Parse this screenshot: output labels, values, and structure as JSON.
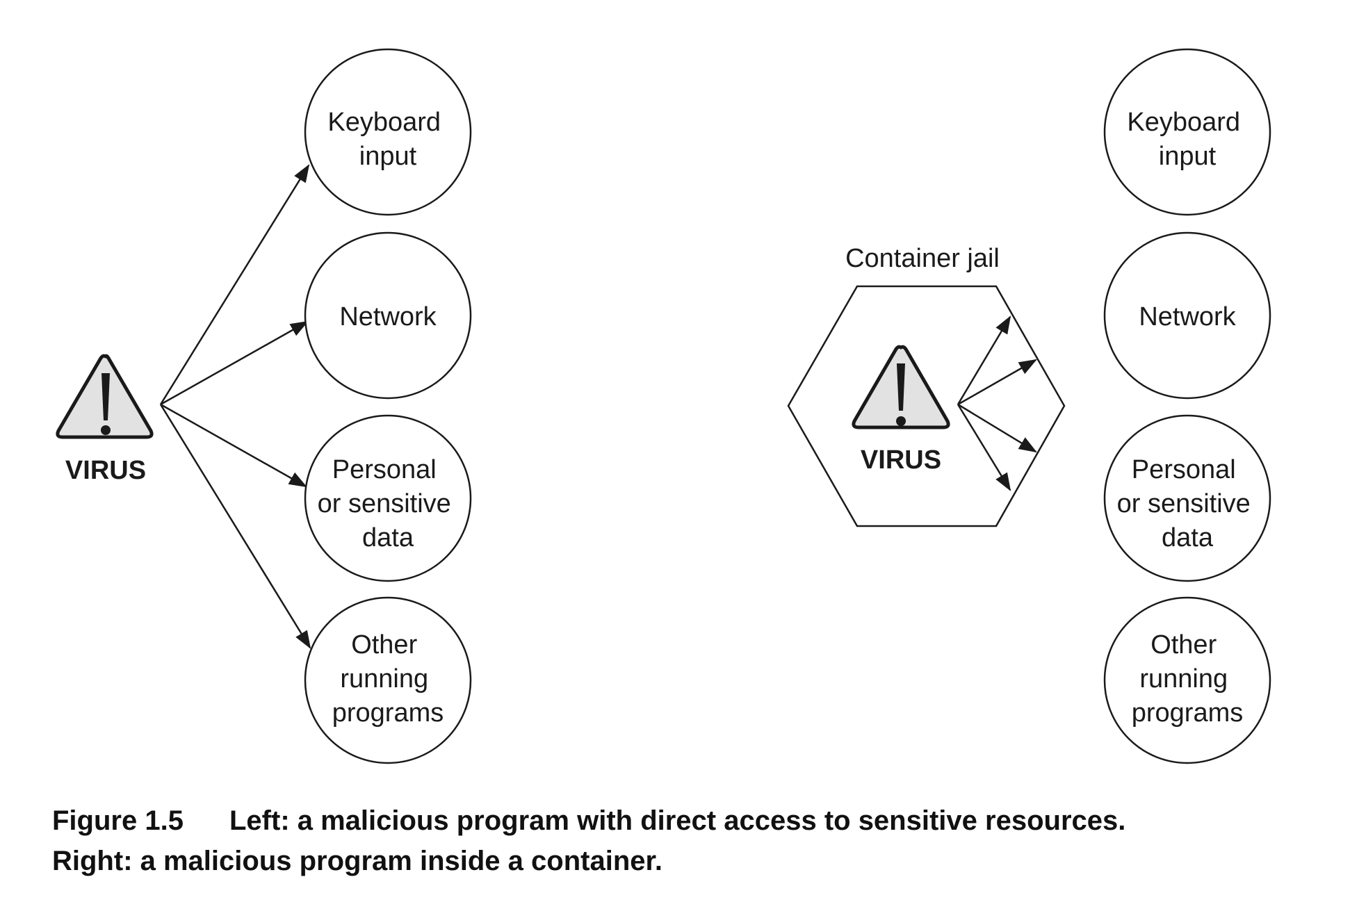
{
  "left_panel": {
    "virus_label": "VIRUS",
    "resources": [
      {
        "lines": [
          "Keyboard",
          "input"
        ]
      },
      {
        "lines": [
          "Network"
        ]
      },
      {
        "lines": [
          "Personal",
          "or sensitive",
          "data"
        ]
      },
      {
        "lines": [
          "Other",
          "running",
          "programs"
        ]
      }
    ]
  },
  "right_panel": {
    "container_label": "Container jail",
    "virus_label": "VIRUS",
    "resources": [
      {
        "lines": [
          "Keyboard",
          "input"
        ]
      },
      {
        "lines": [
          "Network"
        ]
      },
      {
        "lines": [
          "Personal",
          "or sensitive",
          "data"
        ]
      },
      {
        "lines": [
          "Other",
          "running",
          "programs"
        ]
      }
    ]
  },
  "caption": {
    "number": "Figure 1.5",
    "line1": "Left: a malicious program with direct access to sensitive resources.",
    "line2": "Right: a malicious program inside a container."
  },
  "colors": {
    "stroke": "#1a1a1a",
    "warning_fill": "#e2e2e2",
    "background": "#ffffff"
  },
  "icons": [
    "warning-triangle-icon"
  ]
}
